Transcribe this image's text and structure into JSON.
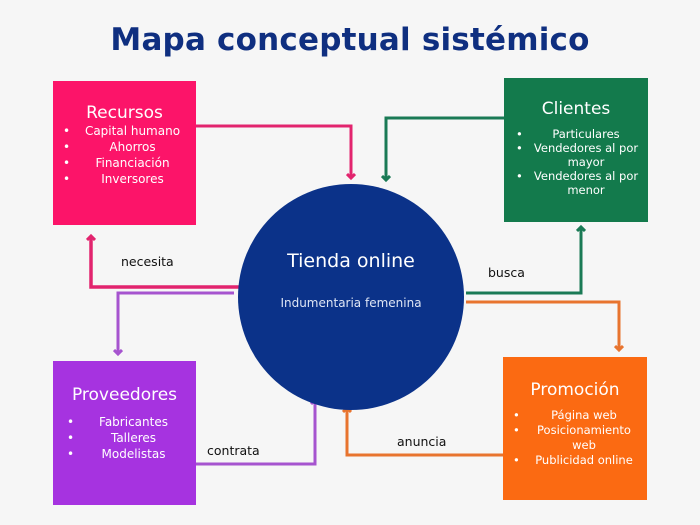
{
  "title": "Mapa conceptual sistémico",
  "colors": {
    "background": "#f6f6f6",
    "title": "#0f2f80",
    "center": "#0b3289",
    "recursos": "#fc1469",
    "clientes": "#137a4c",
    "proveedores": "#a633e0",
    "promocion": "#fb6a12",
    "arrow_recursos": "#e2246e",
    "arrow_clientes": "#1a7a55",
    "arrow_proveedores": "#a654cf",
    "arrow_promocion": "#e8742f"
  },
  "center": {
    "title": "Tienda online",
    "subtitle": "Indumentaria femenina"
  },
  "nodes": {
    "recursos": {
      "title": "Recursos",
      "items": [
        "Capital humano",
        "Ahorros",
        "Financiación",
        "Inversores"
      ]
    },
    "clientes": {
      "title": "Clientes",
      "items": [
        "Particulares",
        "Vendedores al por mayor",
        "Vendedores al por menor"
      ]
    },
    "proveedores": {
      "title": "Proveedores",
      "items": [
        "Fabricantes",
        "Talleres",
        "Modelistas"
      ]
    },
    "promocion": {
      "title": "Promoción",
      "items": [
        "Página web",
        "Posicionamiento web",
        "Publicidad online"
      ]
    }
  },
  "edges": {
    "necesita": "necesita",
    "busca": "busca",
    "contrata": "contrata",
    "anuncia": "anuncia"
  }
}
